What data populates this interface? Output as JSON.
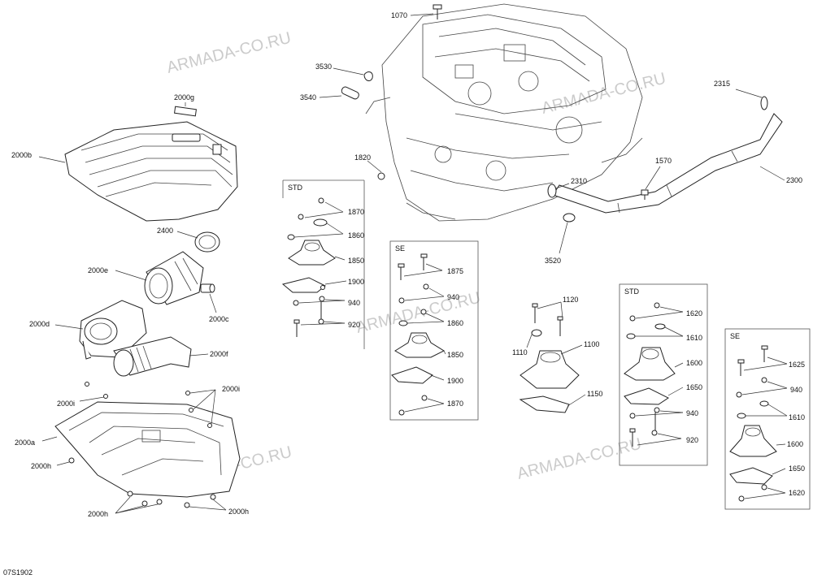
{
  "diagram_code": "07S1902",
  "watermark": "ARMADA-CO.RU",
  "box_titles": {
    "std_left": "STD",
    "se_mid": "SE",
    "std_right": "STD",
    "se_right": "SE"
  },
  "labels": {
    "l1070": "1070",
    "l3530": "3530",
    "l3540": "3540",
    "l2315": "2315",
    "l1820": "1820",
    "l1570": "1570",
    "l2310": "2310",
    "l2300": "2300",
    "l3520": "3520",
    "l2000g": "2000g",
    "l2000b": "2000b",
    "l2400": "2400",
    "l2000e": "2000e",
    "l2000c": "2000c",
    "l2000d": "2000d",
    "l2000f": "2000f",
    "l2000i_top": "2000i",
    "l2000i_left": "2000i",
    "l2000a": "2000a",
    "l2000h_1": "2000h",
    "l2000h_2": "2000h",
    "l2000h_3": "2000h",
    "std1_1870": "1870",
    "std1_1860": "1860",
    "std1_1850": "1850",
    "std1_1900": "1900",
    "std1_940": "940",
    "std1_920": "920",
    "se1_1875": "1875",
    "se1_940": "940",
    "se1_1860": "1860",
    "se1_1850": "1850",
    "se1_1900": "1900",
    "se1_1870": "1870",
    "m_1120": "1120",
    "m_1110": "1110",
    "m_1100": "1100",
    "m_1150": "1150",
    "std2_1620": "1620",
    "std2_1610": "1610",
    "std2_1600": "1600",
    "std2_1650": "1650",
    "std2_940": "940",
    "std2_920": "920",
    "se2_1625": "1625",
    "se2_940": "940",
    "se2_1610": "1610",
    "se2_1600": "1600",
    "se2_1650": "1650",
    "se2_1620": "1620"
  }
}
